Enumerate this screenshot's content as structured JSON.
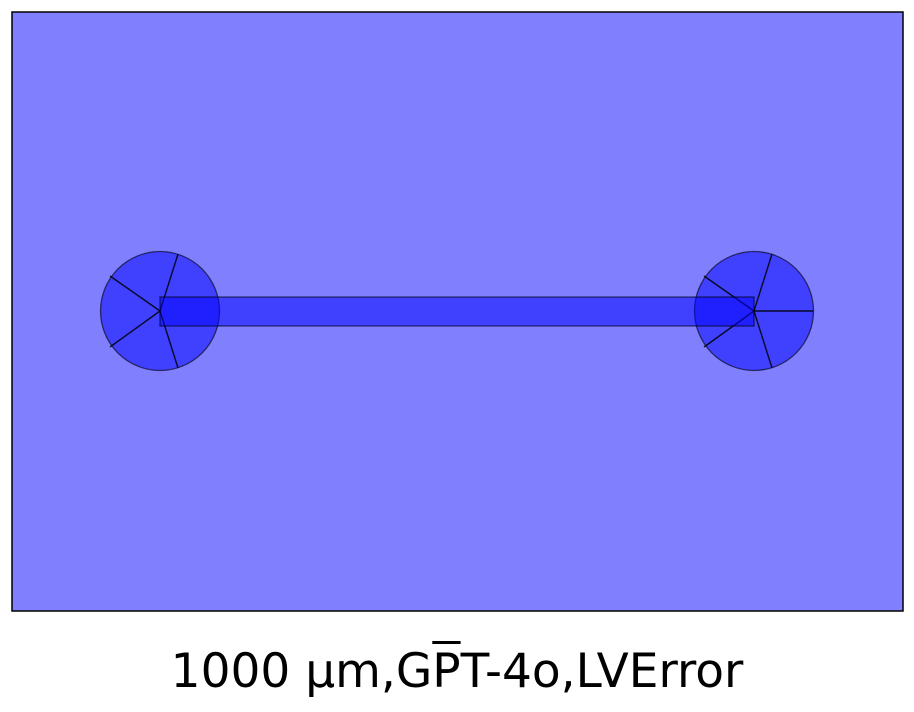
{
  "colors": {
    "substrate_fill": "#8080ff",
    "device_fill": "#0000ff",
    "outline": "#000000",
    "background": "#ffffff"
  },
  "caption": {
    "prefix": "1000 µm,G",
    "overlined": "P",
    "suffix": "T-4o,LVError"
  }
}
